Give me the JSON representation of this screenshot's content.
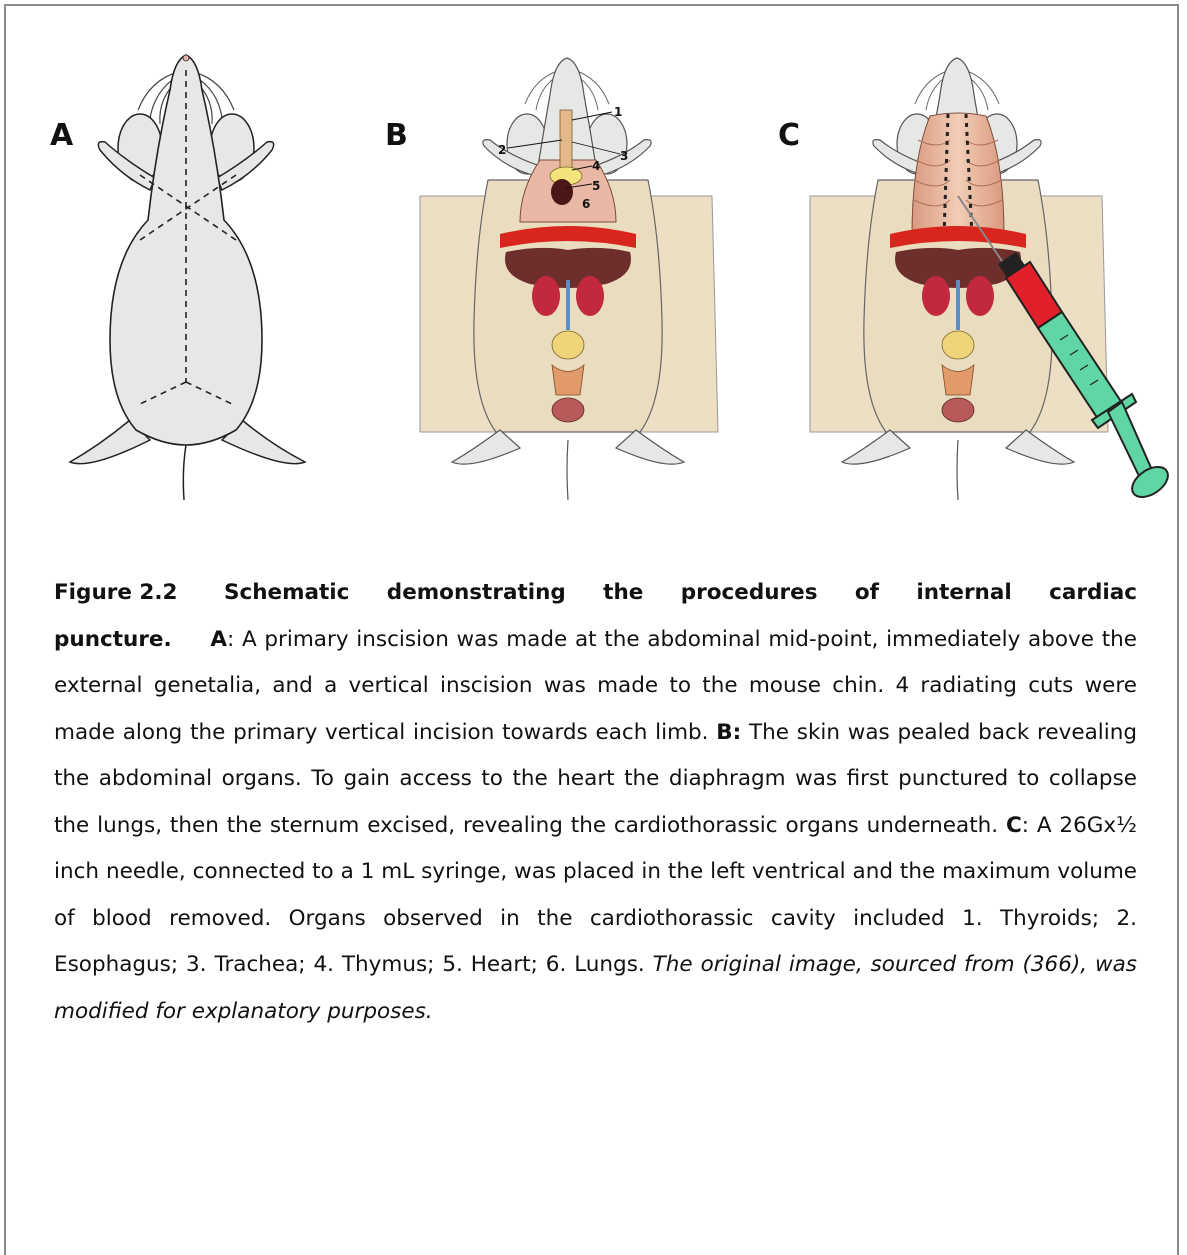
{
  "panels": {
    "a": {
      "letter": "A"
    },
    "b": {
      "letter": "B",
      "organ_numbers": [
        "1",
        "2",
        "3",
        "4",
        "5",
        "6"
      ]
    },
    "c": {
      "letter": "C"
    }
  },
  "caption": {
    "figure_label": "Figure 2.2",
    "heading": "Schematic demonstrating the procedures of internal cardiac puncture.",
    "a_label": "A",
    "a_text": ": A primary inscision was made at the abdominal mid-point, immediately above the external genetalia, and a vertical inscision was made to the mouse chin.  4 radiating cuts were made along the primary vertical incision towards each limb. ",
    "b_label": "B:",
    "b_text": " The skin was pealed back revealing the abdominal organs.  To gain access to the heart the diaphragm was first punctured to collapse the lungs, then the sternum excised, revealing the cardiothorassic organs underneath.  ",
    "c_label": "C",
    "c_text": ":  A 26Gx½ inch needle, connected to a 1 mL syringe, was placed in the left ventrical and the maximum volume of blood removed.  Organs observed in the cardiothorassic cavity included 1. Thyroids; 2. Esophagus; 3. Trachea; 4. Thymus; 5.  Heart; 6. Lungs.  ",
    "source_note": "The original image, sourced from (366), was modified for explanatory purposes."
  },
  "colors": {
    "frame": "#8a8a8a",
    "mouse_body": "#e6e8e6",
    "skin_flap": "#ecdfc4",
    "diaphragm": "#d8261e",
    "liver": "#6e2e2c",
    "kidney": "#c2283e",
    "lungs": "#e8b9a0",
    "syringe_barrel_red": "#e0202a",
    "syringe_barrel_green": "#5fd6a4",
    "heart": "#4a1616"
  }
}
